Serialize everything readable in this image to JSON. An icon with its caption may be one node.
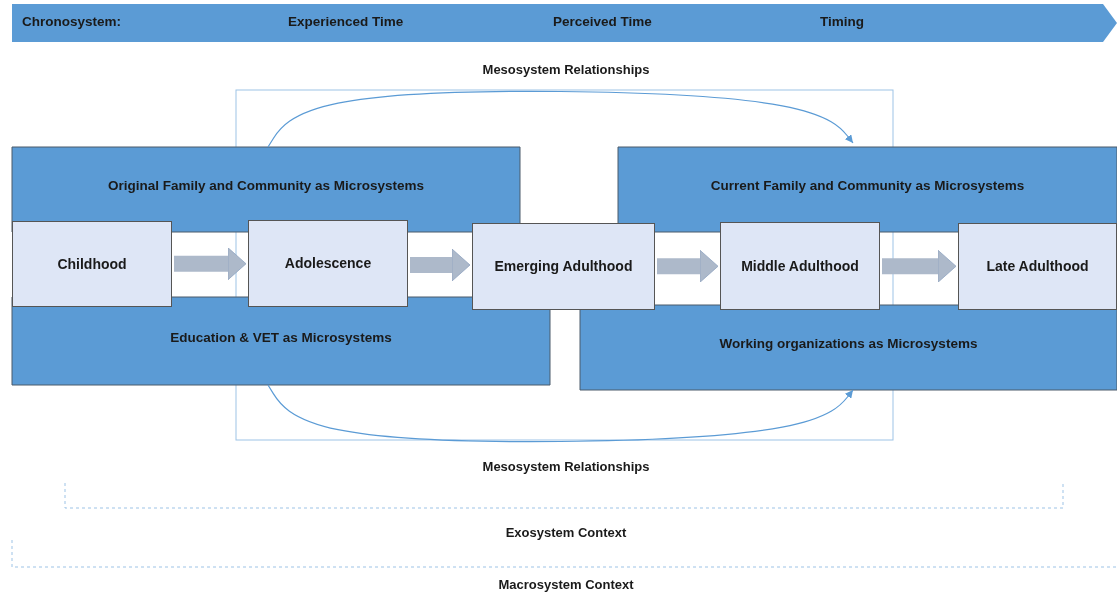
{
  "diagram": {
    "nodes": [
      {
        "text": [
          "Chronosystem:",
          "Experienced Time",
          "Perceived Time",
          "Timing"
        ]
      },
      {
        "text": [
          "Original Family and Community as Microsystems",
          "Education & VET as Microsystems"
        ]
      },
      {
        "text": [
          "Current Family and Community as Microsystems",
          "Working organizations as Microsystems"
        ]
      },
      {
        "text": [
          "Childhood"
        ],
        "in": 1
      },
      {
        "text": [
          "Adolescence"
        ],
        "in": 1
      },
      {
        "text": [
          "Emerging Adulthood"
        ]
      },
      {
        "text": [
          "Middle Adulthood"
        ],
        "in": 2
      },
      {
        "text": [
          "Late Adulthood"
        ],
        "in": 2
      }
    ],
    "edges": [
      {
        "from": 1,
        "to": 2,
        "arrow": "to",
        "color": "#5b9bd5"
      },
      {
        "from": 3,
        "to": 4,
        "arrow": "to"
      },
      {
        "from": 4,
        "to": 5,
        "arrow": "to"
      },
      {
        "from": 5,
        "to": 6,
        "arrow": "to"
      },
      {
        "from": 6,
        "to": 7,
        "arrow": "to"
      },
      {
        "from": 1,
        "to": 2,
        "arrow": "to",
        "color": "#5b9bd5"
      }
    ],
    "labels": [
      "Mesosystem Relationships",
      "Mesosystem Relationships",
      "Exosystem Context",
      "Macrosystem Context"
    ]
  }
}
